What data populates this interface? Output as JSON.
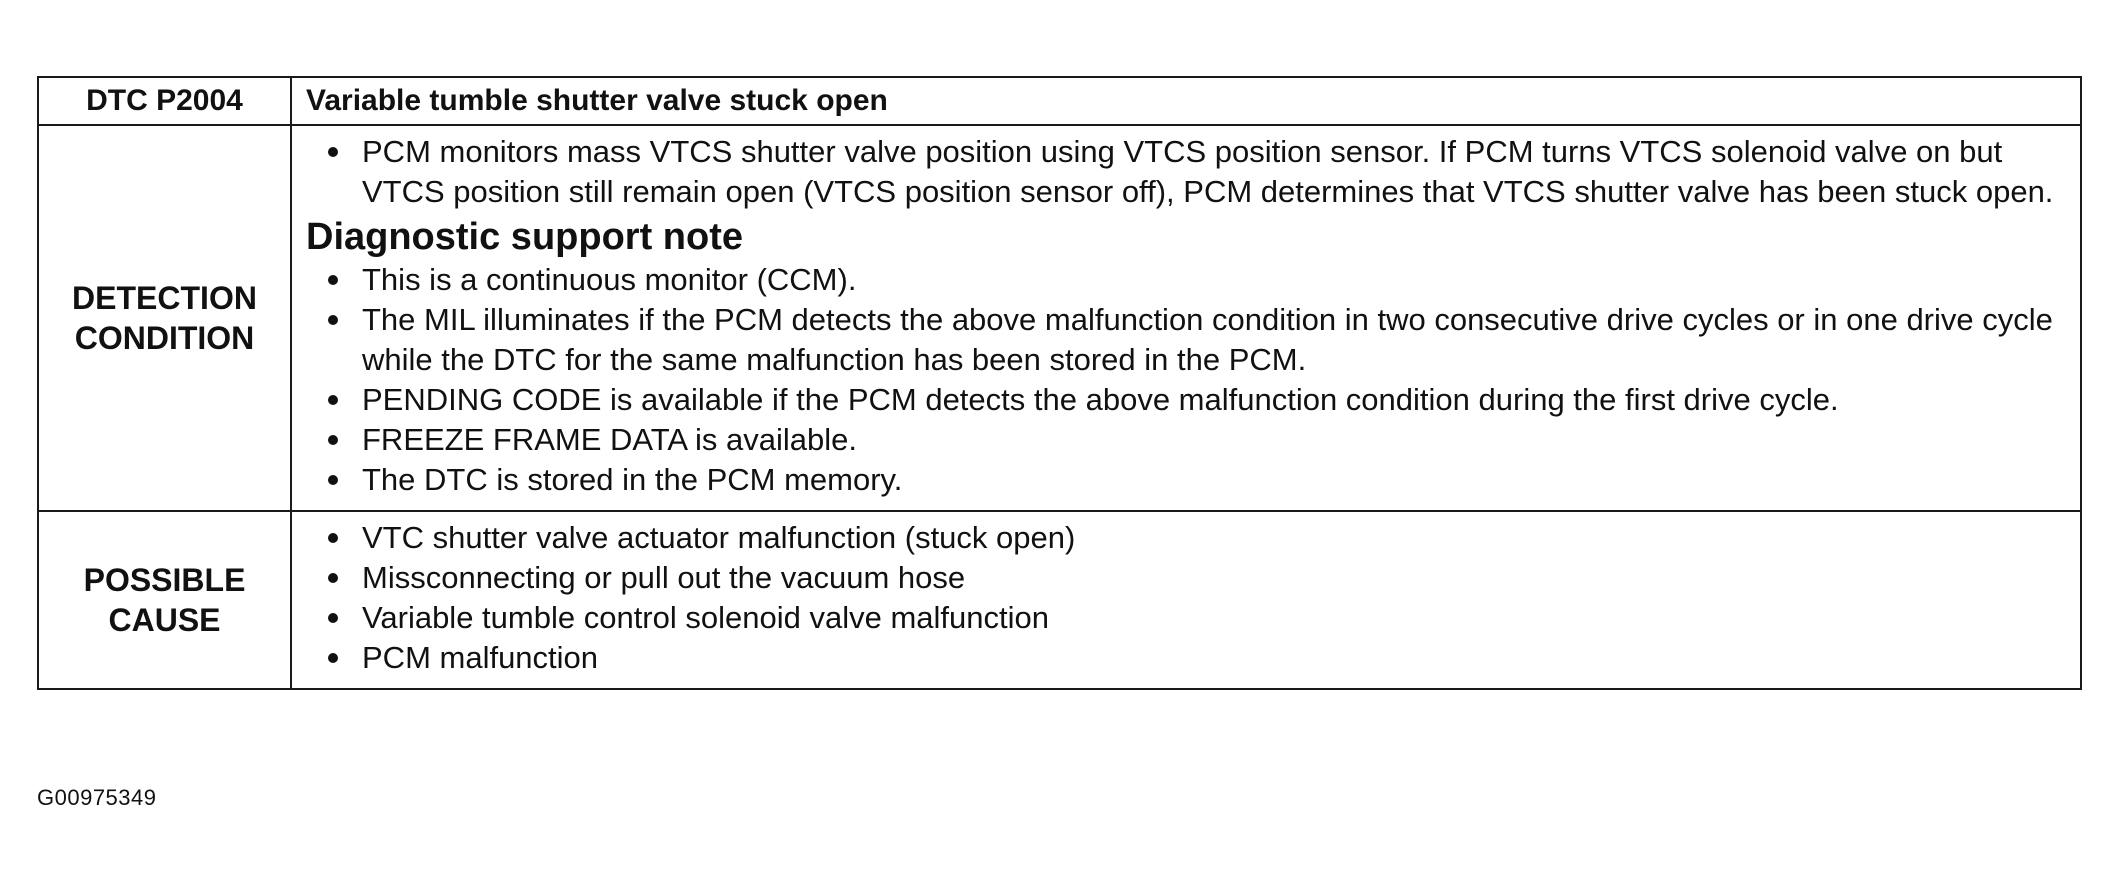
{
  "header": {
    "code": "DTC P2004",
    "title": "Variable tumble shutter valve stuck open"
  },
  "detection": {
    "label_line1": "DETECTION",
    "label_line2": "CONDITION",
    "intro": [
      "PCM monitors mass VTCS shutter valve position using VTCS position sensor. If PCM turns VTCS solenoid valve on but VTCS position still remain open (VTCS position sensor off), PCM determines that VTCS shutter valve has been stuck open."
    ],
    "subheading": "Diagnostic support note",
    "notes": [
      "This is a continuous monitor (CCM).",
      "The MIL illuminates if the PCM detects the above malfunction condition in two consecutive drive cycles or in one drive cycle while the DTC for the same malfunction has been stored in the PCM.",
      "PENDING CODE is available if the PCM detects the above malfunction condition during the first drive cycle.",
      "FREEZE FRAME DATA is available.",
      "The DTC is stored in the PCM memory."
    ]
  },
  "possible_cause": {
    "label_line1": "POSSIBLE",
    "label_line2": "CAUSE",
    "items": [
      "VTC shutter valve actuator malfunction (stuck open)",
      "Missconnecting or pull out the vacuum hose",
      "Variable tumble control solenoid valve malfunction",
      "PCM malfunction"
    ]
  },
  "figure_id": "G00975349"
}
